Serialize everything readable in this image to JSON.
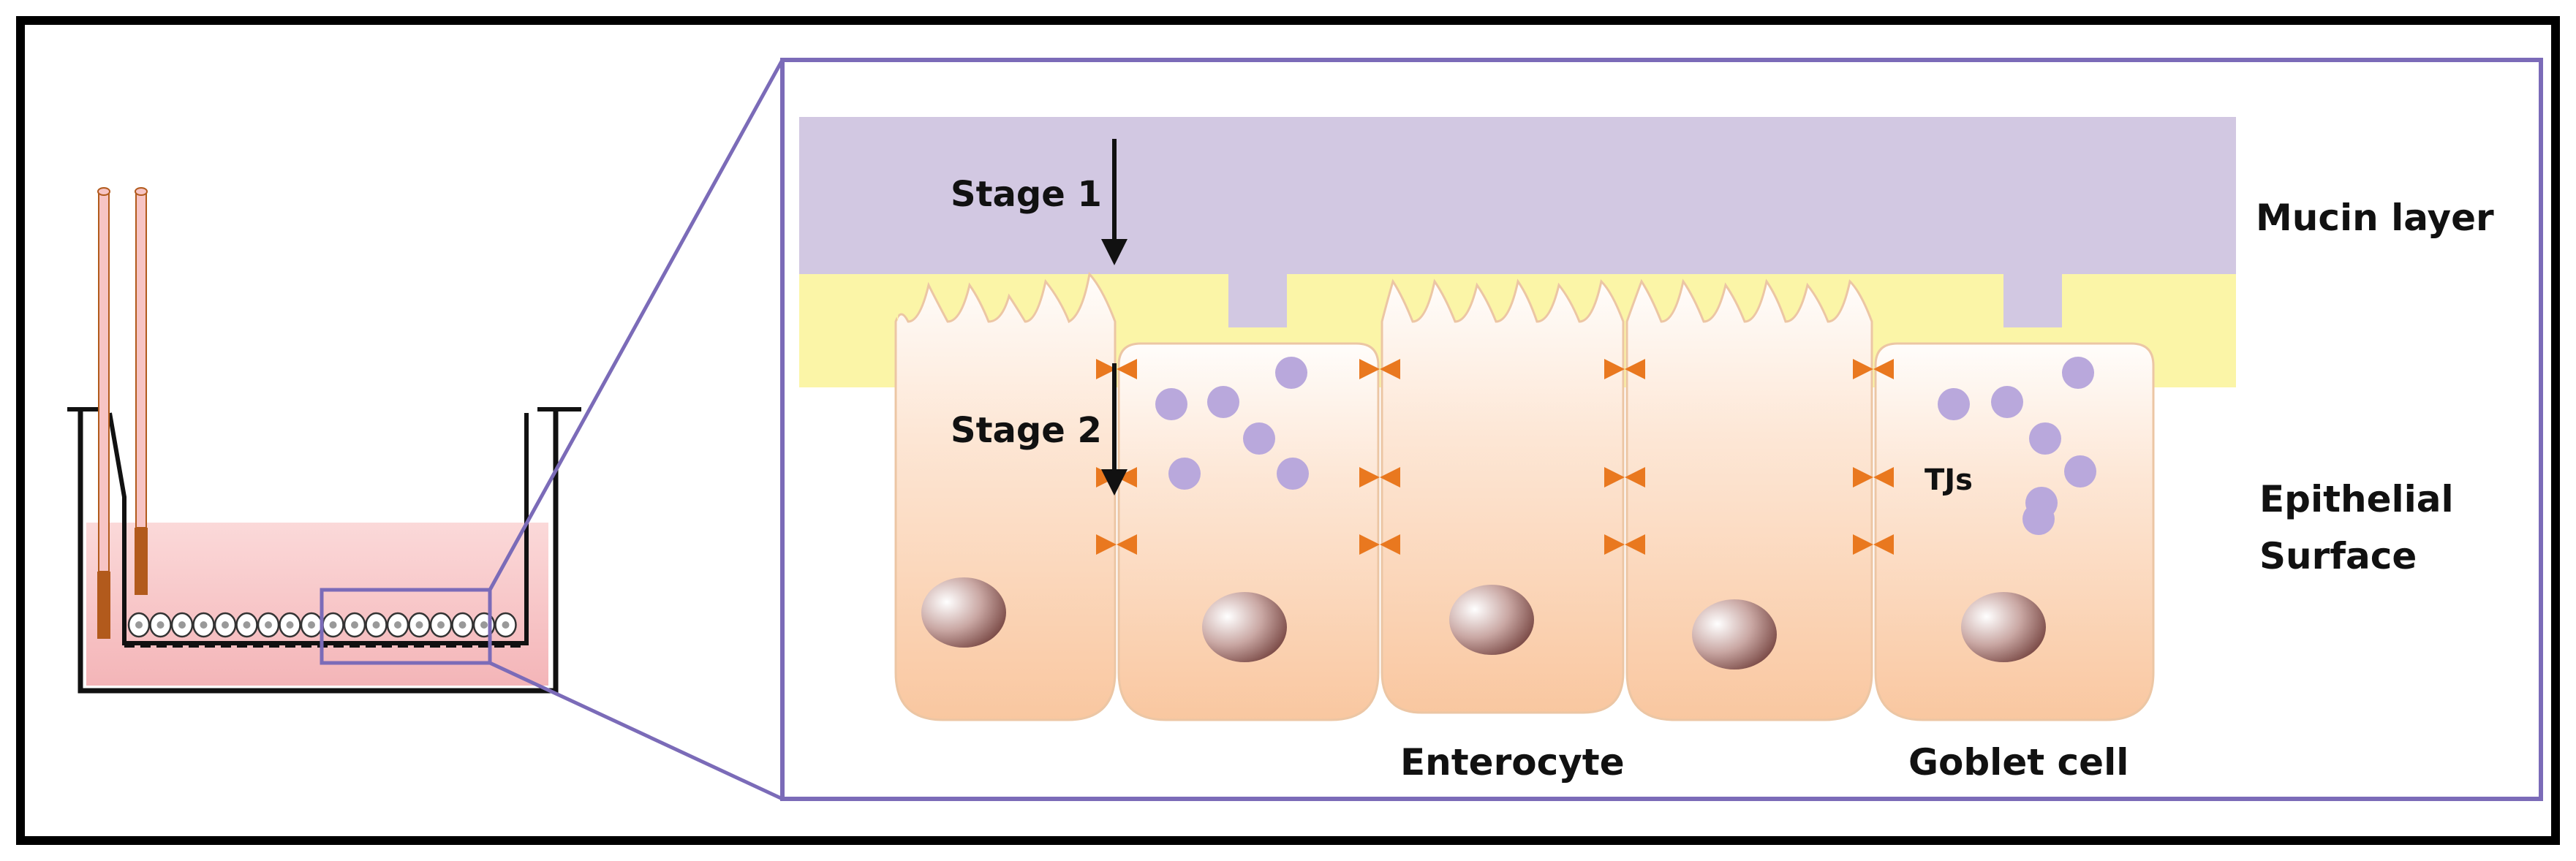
{
  "labels": {
    "stage1": "Stage 1",
    "stage2": "Stage 2",
    "tjs": "TJs",
    "mucin_layer": "Mucin layer",
    "epithelial_line1": "Epithelial",
    "epithelial_line2": "Surface",
    "enterocyte": "Enterocyte",
    "goblet_cell": "Goblet cell"
  },
  "colors": {
    "frame": "#000000",
    "zoom_outline": "#7b6bb8",
    "mucin": "#d2c8e2",
    "glycocalyx": "#fbf5a7",
    "cell_edge": "#ecc6a4",
    "cell_fill_top": "#fffdfb",
    "cell_fill_bottom": "#f9c7a0",
    "tight_junction": "#e9781f",
    "mucin_granule": "#b9a8dc",
    "medium": "#f7c6c6",
    "electrode": "#b25a1c"
  }
}
